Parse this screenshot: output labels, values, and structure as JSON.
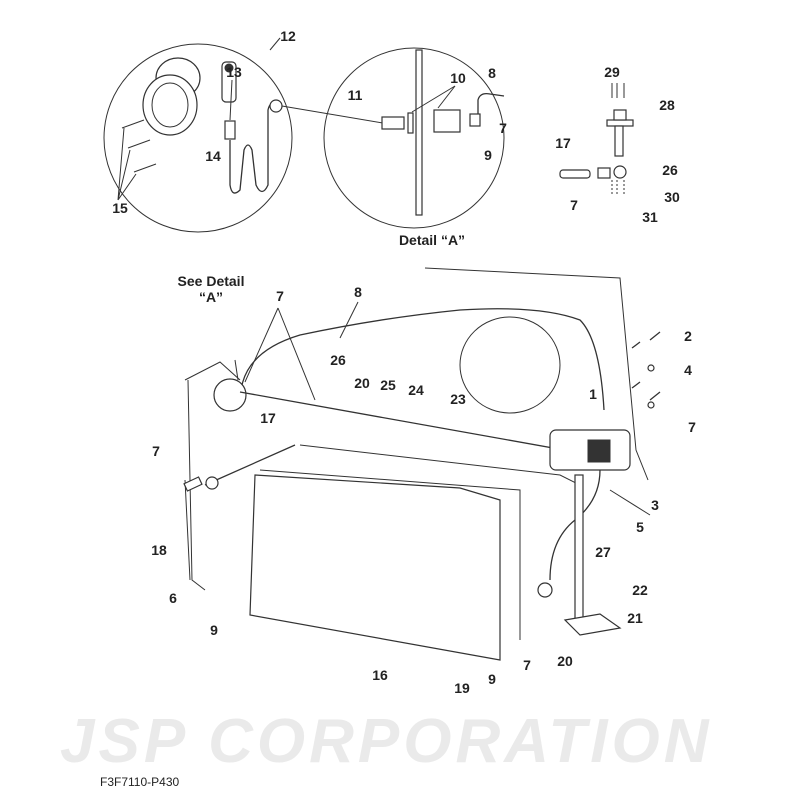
{
  "watermark": "JSP CORPORATION",
  "drawing_code": "F3F7110-P430",
  "detail_caption": "Detail “A”",
  "see_detail": {
    "line1": "See Detail",
    "line2": "“A”"
  },
  "callouts_detail_left": [
    "12",
    "13",
    "14",
    "15"
  ],
  "callouts_detail_a": [
    "11",
    "10",
    "8",
    "7",
    "9"
  ],
  "callouts_valve": [
    "29",
    "28",
    "17",
    "26",
    "30",
    "7",
    "31"
  ],
  "callouts_main": [
    "7",
    "8",
    "26",
    "20",
    "25",
    "24",
    "23",
    "1",
    "2",
    "4",
    "7",
    "17",
    "7",
    "18",
    "6",
    "9",
    "3",
    "5",
    "27",
    "22",
    "21",
    "20",
    "7",
    "9",
    "16",
    "19"
  ]
}
